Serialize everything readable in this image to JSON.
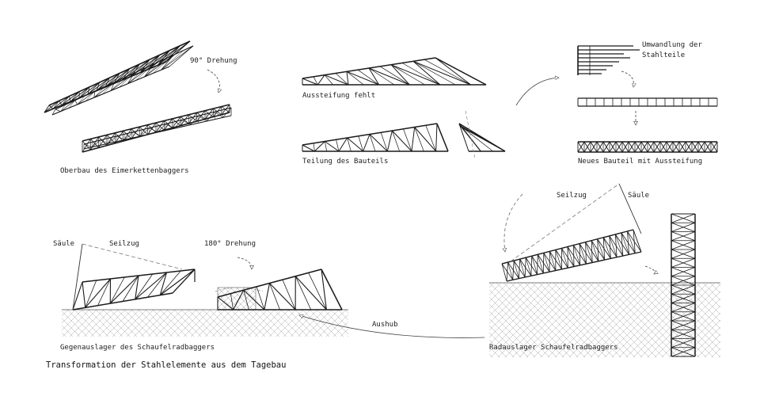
{
  "caption": "Transformation der Stahlelemente aus dem Tagebau",
  "labels": {
    "drehung_90": "90° Drehung",
    "oberbau": "Oberbau des Eimerkettenbaggers",
    "aussteifung_fehlt": "Aussteifung fehlt",
    "teilung": "Teilung des Bauteils",
    "umwandlung_1": "Umwandlung der",
    "umwandlung_2": "Stahlteile",
    "neues_bauteil": "Neues Bauteil mit Aussteifung",
    "saeule_left": "Säule",
    "seilzug_left": "Seilzug",
    "drehung_180": "180° Drehung",
    "gegenauslager": "Gegenauslager des Schaufelradbaggers",
    "aushub": "Aushub",
    "seilzug_right": "Seilzug",
    "saeule_right": "Säule",
    "radauslager": "Radauslager Schaufelradbaggers"
  },
  "colors": {
    "line": "#1a1a1a",
    "hatch": "#9a9a9a",
    "dashed": "#777777"
  }
}
